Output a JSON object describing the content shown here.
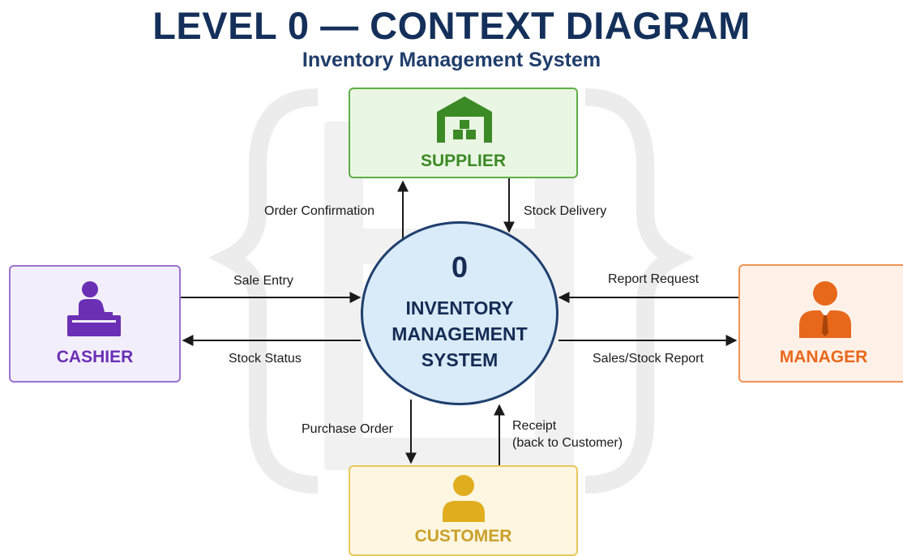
{
  "header": {
    "title": "LEVEL 0 — CONTEXT DIAGRAM",
    "subtitle": "Inventory Management System"
  },
  "process": {
    "number": "0",
    "name": "INVENTORY\nMANAGEMENT\nSYSTEM"
  },
  "entities": {
    "supplier": {
      "label": "SUPPLIER",
      "icon": "warehouse-icon",
      "color": "#3c8a25"
    },
    "cashier": {
      "label": "CASHIER",
      "icon": "cashier-desk-icon",
      "color": "#6a2fb4"
    },
    "manager": {
      "label": "MANAGER",
      "icon": "manager-person-icon",
      "color": "#e8681b"
    },
    "customer": {
      "label": "CUSTOMER",
      "icon": "person-icon",
      "color": "#caa02a"
    }
  },
  "flows": {
    "order_confirmation": "Order Confirmation",
    "stock_delivery": "Stock Delivery",
    "sale_entry": "Sale Entry",
    "stock_status": "Stock Status",
    "report_request": "Report Request",
    "sales_stock_report": "Sales/Stock Report",
    "purchase_order": "Purchase Order",
    "receipt": "Receipt\n(back to Customer)"
  },
  "colors": {
    "title": "#14305a",
    "process_fill": "#d9eaf8",
    "process_border": "#1f3f6e",
    "arrow": "#1a1a1a"
  }
}
